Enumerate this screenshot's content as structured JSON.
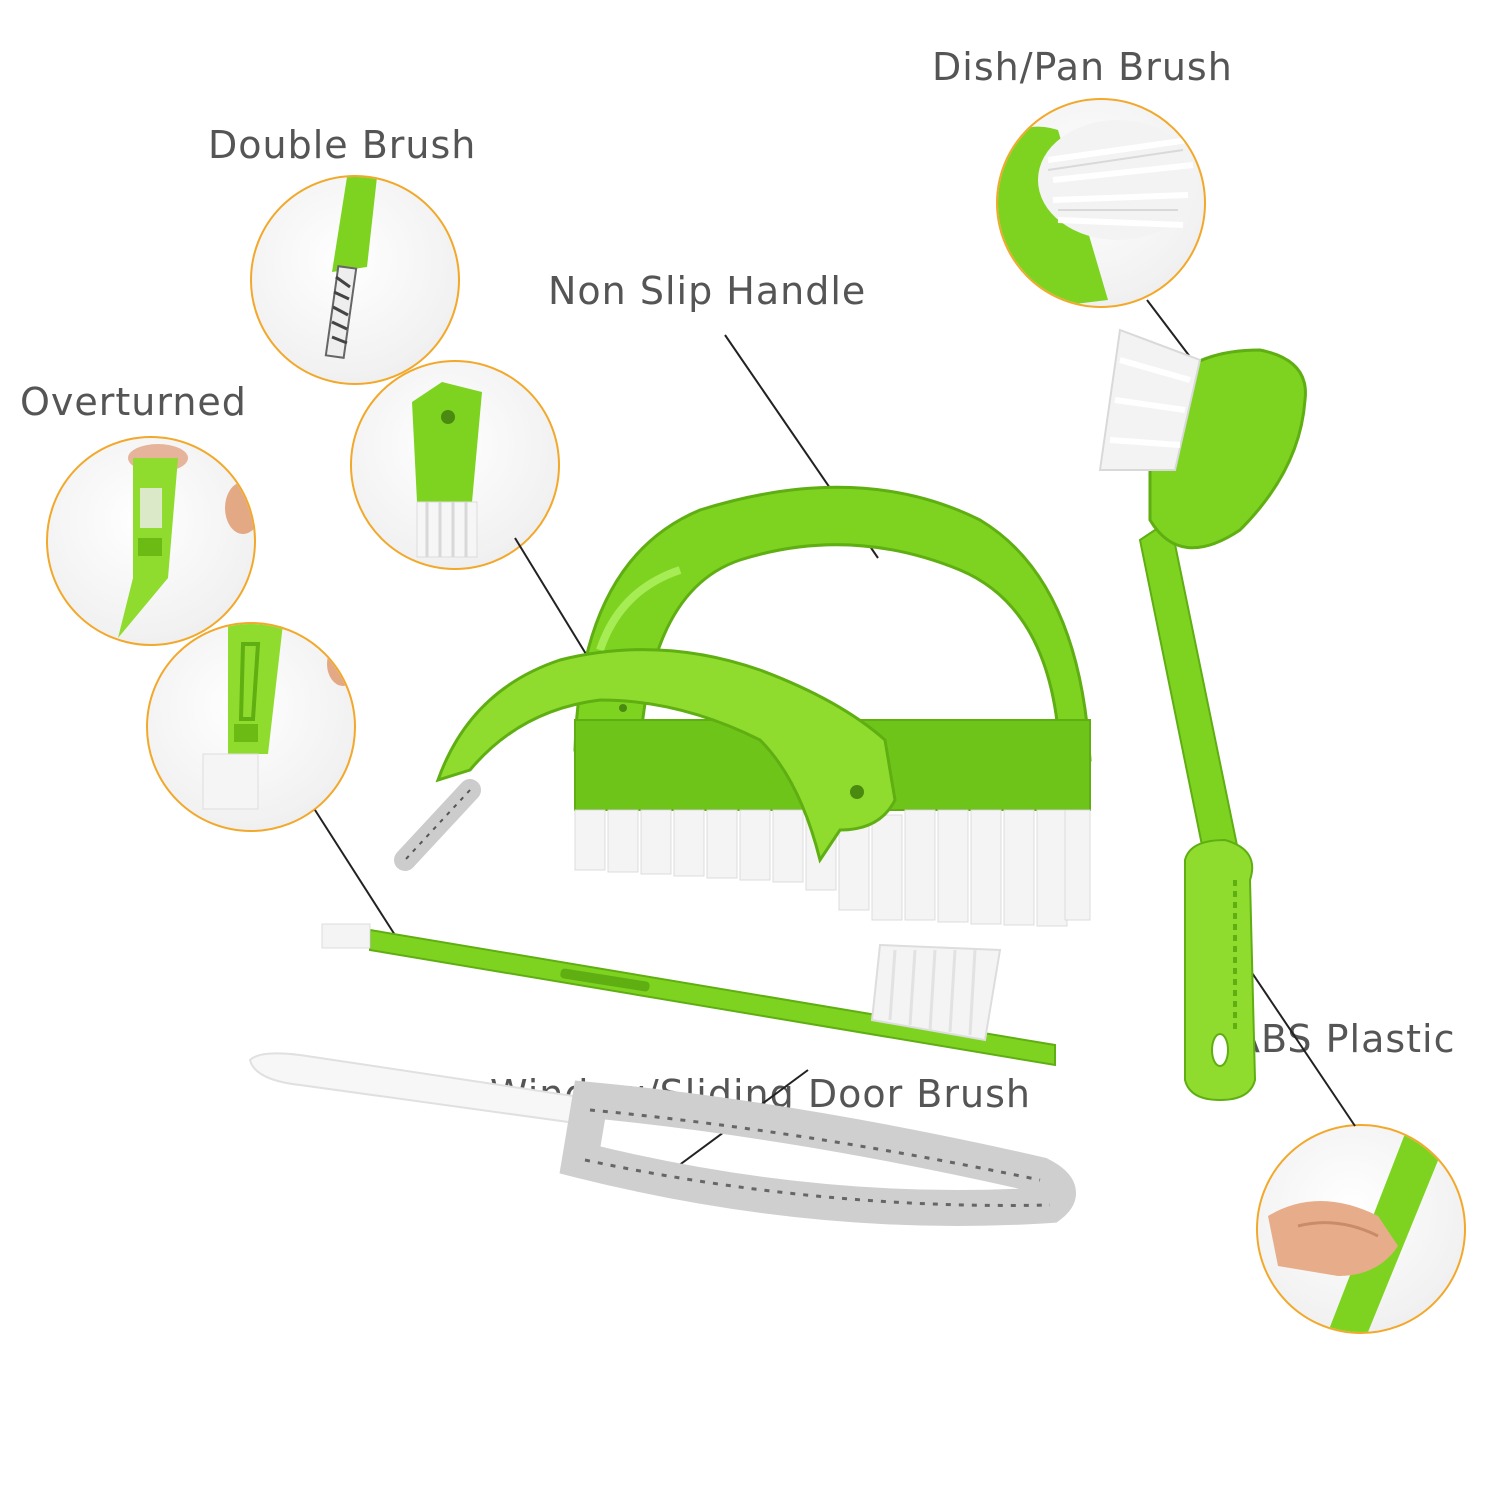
{
  "labels": {
    "dish_pan": "Dish/Pan Brush",
    "double": "Double Brush",
    "non_slip": "Non Slip Handle",
    "overturned": "Overturned",
    "abs": "ABS Plastic",
    "window": "Window/Sliding Door Brush"
  },
  "colors": {
    "accent_green": "#7ed321",
    "dark_green": "#5fae12",
    "bristle": "#f4f4f4",
    "callout_ring": "#f2a82a",
    "text": "#555555"
  }
}
